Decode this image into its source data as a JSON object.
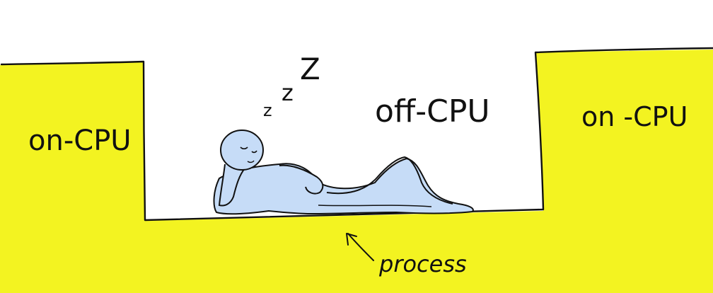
{
  "labels": {
    "left_region": "on-CPU",
    "middle_region": "off-CPU",
    "right_region": "on -CPU",
    "sleep_z": [
      "z",
      "z",
      "Z"
    ],
    "pointer": "process"
  },
  "colors": {
    "on_cpu_fill": "#f3f321",
    "outline": "#111111",
    "figure_fill": "#c6dcf7",
    "background": "#ffffff"
  },
  "figure": {
    "description_icon": "sleeping-person-icon"
  }
}
